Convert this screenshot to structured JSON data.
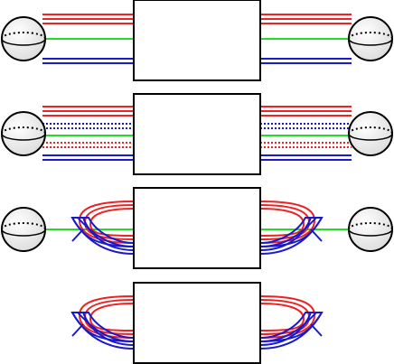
{
  "diagram": {
    "panel_count": 4,
    "colors": {
      "red": "#ee2222",
      "green": "#22dd22",
      "blue": "#1a1acc",
      "outline": "#000000",
      "sphere_fill": "#f4f4f4",
      "box_fill": "#ffffff"
    },
    "panels": [
      {
        "id": 1,
        "style": "straight",
        "dotted_inside_sphere": false,
        "left_sphere": true,
        "right_sphere": true
      },
      {
        "id": 2,
        "style": "straight",
        "dotted_inside_sphere": true,
        "left_sphere": true,
        "right_sphere": true
      },
      {
        "id": 3,
        "style": "crossing",
        "dotted_inside_sphere": false,
        "left_sphere": true,
        "right_sphere": true
      },
      {
        "id": 4,
        "style": "crossing",
        "dotted_inside_sphere": false,
        "left_sphere": false,
        "right_sphere": false
      }
    ]
  }
}
